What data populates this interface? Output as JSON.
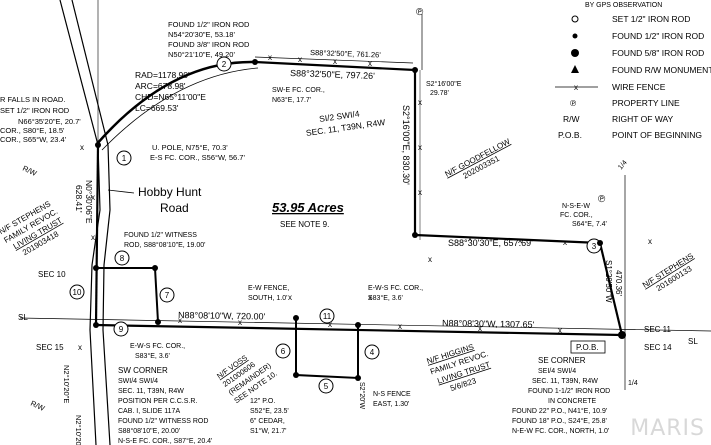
{
  "legend": {
    "header": "BY GPS OBSERVATION",
    "items": [
      {
        "symbol": "open-circle",
        "label": "SET 1/2\" IRON ROD"
      },
      {
        "symbol": "small-dot",
        "label": "FOUND 1/2\" IRON ROD"
      },
      {
        "symbol": "large-dot",
        "label": "FOUND 5/8\" IRON ROD"
      },
      {
        "symbol": "triangle",
        "label": "FOUND R/W MONUMENT"
      },
      {
        "symbol": "wire-fence",
        "label": "WIRE FENCE"
      },
      {
        "symbol": "property-line",
        "label": "PROPERTY LINE"
      },
      {
        "symbol": "right-of-way",
        "label": "RIGHT OF WAY"
      },
      {
        "symbol": "pob",
        "label": "POINT OF BEGINNING"
      }
    ],
    "symbol_glyphs": {
      "wire_fence": "— x —",
      "property_line": "℗",
      "right_of_way": "R/W",
      "pob": "P.O.B."
    }
  },
  "area": {
    "acres": "53.95 Acres",
    "note": "SEE NOTE 9."
  },
  "road": {
    "line1": "Hobby Hunt",
    "line2": "Road",
    "label_tl": "R/W",
    "label_bl": "R/W"
  },
  "curve": {
    "rad": "RAD=1178.90'",
    "arc": "ARC=678.98'",
    "chd": "CHD=N65°11'00\"E",
    "lc": "LC=669.53'"
  },
  "topleft_note": [
    "R FALLS IN ROAD.",
    "SET 1/2\" IRON ROD",
    "N66°35'20\"E, 20.7'",
    "COR., S80°E, 18.5'",
    "COR., S65°W, 23.4'"
  ],
  "found_rods_top": [
    "FOUND 1/2\" IRON ROD",
    "N54°20'30\"E, 53.18'",
    "FOUND 3/8\" IRON ROD",
    "N50°21'10\"E, 49.20'"
  ],
  "bearings": {
    "top1": "S88°32'50\"E, 761.26'",
    "top2": "S88°32'50\"E, 797.26'",
    "east_vertical": "S2°16'00\"E, 830.30'",
    "ne_corner": [
      "S2°16'00\"E",
      "29.78'"
    ],
    "mid_horizontal": "S88°30'30\"E, 657.69'",
    "right_vertical": [
      "S1°29'50\"W",
      "470.36'"
    ],
    "south_line_west": "N88°08'10\"W, 720.00'",
    "south_line_east": "N88°08'30\"W, 1307.65'",
    "west_vertical": [
      "N0°30'06\"E",
      "628.41'"
    ],
    "lower_left_vertical_1": "N2°10'20\"E",
    "lower_left_vertical_2": "N2°10'20\"E",
    "lower_right_vertical": "S2°20'W"
  },
  "labels": {
    "uppole": [
      "U. POLE, N75°E, 70.3'",
      "E-S FC. COR., S56°W, 56.7'"
    ],
    "swe_fc": [
      "SW-E FC. COR.,",
      "N63°E, 17.7'"
    ],
    "section": [
      "SI/2 SWI/4",
      "SEC. 11, T39N, R4W"
    ],
    "goodfellow": [
      "N/F GOODFELLOW",
      "202003351"
    ],
    "nse_fc": [
      "N-S-E-W",
      "FC. COR.,",
      "S64°E, 7.4'"
    ],
    "witness_rod": [
      "FOUND 1/2\" WITNESS",
      "ROD, S88°08'10\"E, 19.00'"
    ],
    "stephens_left": [
      "N/F STEPHENS",
      "FAMILY REVOC.",
      "LIVING TRUST",
      "201903418"
    ],
    "sec10": "SEC 10",
    "sec15": "SEC 15",
    "sl_left": "SL",
    "sl_right": "SL",
    "ew_fence": [
      "E-W FENCE,",
      "SOUTH, 1.0'"
    ],
    "ews_fc": [
      "E-W-S FC. COR.,",
      "S83°E, 3.6'"
    ],
    "ews_fc_left": [
      "E-W-S FC. COR.,",
      "S83°E, 3.6'"
    ],
    "higgins": [
      "N/F HIGGINS",
      "FAMILY REVOC.",
      "LIVING TRUST",
      "5/6/823"
    ],
    "stephens_right": [
      "N/F STEPHENS",
      "201600133"
    ],
    "sec11": "SEC 11",
    "sec14": "SEC 14",
    "pob": "P.O.B.",
    "se_corner": [
      "SE CORNER",
      "SEI/4 SWI/4",
      "SEC. 11, T39N, R4W",
      "FOUND 1-1/2\" IRON ROD",
      "IN CONCRETE",
      "FOUND 22\" P.O., N41°E, 10.9'",
      "FOUND 18\" P.O., S24°E, 25.8'",
      "N-E-W FC. COR., NORTH, 1.0'"
    ],
    "sw_corner": [
      "SW CORNER",
      "SWI/4 SWI/4",
      "SEC. 11, T39N, R4W",
      "POSITION PER C.C.S.R.",
      "CAB. I, SLIDE 117A",
      "FOUND 1/2\" WITNESS ROD",
      "S88°08'10\"E, 20.00'",
      "N-S-E FC. COR., S87°E, 20.4'"
    ],
    "voss": [
      "N/F VOSS",
      "201000606",
      "(REMAINDER)",
      "SEE NOTE 10."
    ],
    "po_12": [
      "12\" P.O.",
      "S52°E, 23.5'",
      "6\" CEDAR,",
      "S1°W, 21.7'"
    ],
    "ns_fence": [
      "N-S FENCE",
      "EAST, 1.30'"
    ],
    "quarter_top": "1/4",
    "quarter_bottom": "1/4"
  },
  "points": [
    "1",
    "2",
    "3",
    "4",
    "5",
    "6",
    "7",
    "8",
    "9",
    "10",
    "11"
  ],
  "watermark": "MARIS"
}
